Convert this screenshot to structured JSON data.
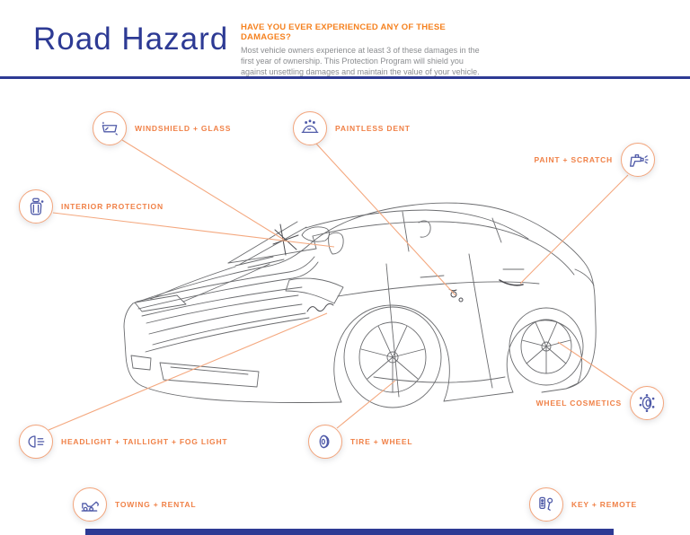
{
  "page": {
    "title": "Road Hazard",
    "header": {
      "heading": "HAVE YOU EVER EXPERIENCED ANY OF THESE DAMAGES?",
      "body": "Most vehicle owners experience at least 3 of these damages in the first year of ownership. This Protection Program will shield you against unsettling damages and maintain the value of your vehicle."
    }
  },
  "colors": {
    "navy": "#2d3a94",
    "heading_orange": "#f58220",
    "label_orange": "#f08147",
    "leader_line": "#f4a87f",
    "icon_blue": "#4f5aa8",
    "car_line": "#6b6c6f"
  },
  "labels": [
    {
      "id": "windshield-glass",
      "text": "WINDSHIELD + GLASS",
      "icon": "windshield-icon"
    },
    {
      "id": "paintless-dent",
      "text": "PAINTLESS DENT",
      "icon": "dent-car-icon"
    },
    {
      "id": "paint-scratch",
      "text": "PAINT + SCRATCH",
      "icon": "spray-gun-icon"
    },
    {
      "id": "interior-protection",
      "text": "INTERIOR PROTECTION",
      "icon": "car-seat-icon"
    },
    {
      "id": "wheel-cosmetics",
      "text": "WHEEL COSMETICS",
      "icon": "wheel-rim-icon"
    },
    {
      "id": "headlight-taillight-foglight",
      "text": "HEADLIGHT + TAILLIGHT + FOG LIGHT",
      "icon": "headlight-icon"
    },
    {
      "id": "tire-wheel",
      "text": "TIRE + WHEEL",
      "icon": "tire-icon"
    },
    {
      "id": "towing-rental",
      "text": "TOWING + RENTAL",
      "icon": "tow-truck-icon"
    },
    {
      "id": "key-remote",
      "text": "KEY + REMOTE",
      "icon": "key-icon"
    }
  ]
}
